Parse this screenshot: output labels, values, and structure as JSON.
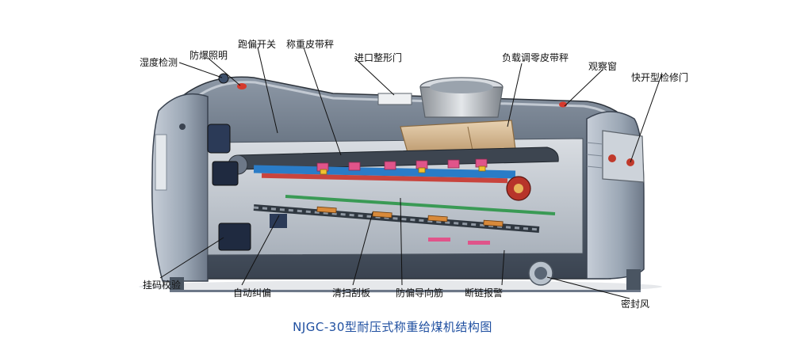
{
  "title": "NJGC-30型耐压式称重给煤机结构图",
  "labels": {
    "humidity_detection": "湿度检测",
    "explosion_proof_light": "防爆照明",
    "deviation_switch": "跑偏开关",
    "weighing_belt_scale": "称重皮带秤",
    "inlet_shaping_gate": "进口整形门",
    "load_adjusting_belt_scale": "负载调零皮带秤",
    "observation_window": "观察窗",
    "quick_open_service_door": "快开型检修门",
    "weight_calibration": "挂码校验",
    "auto_correction": "自动纠偏",
    "cleaning_scraper": "清扫刮板",
    "anti_deviation_guide_rib": "防偏导向筋",
    "broken_chain_alarm": "断链报警",
    "seal_air": "密封风"
  }
}
